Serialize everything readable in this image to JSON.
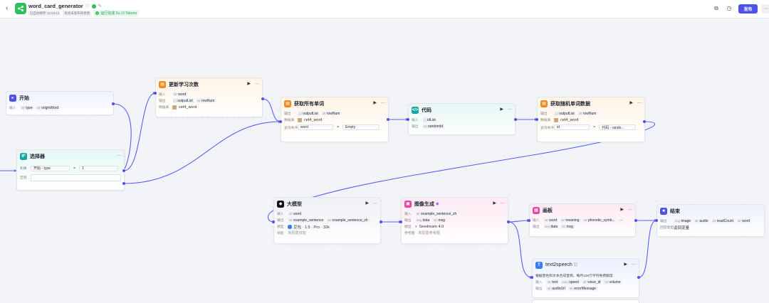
{
  "topbar": {
    "back_icon": "chevron-left-icon",
    "app_icon": "workflow-icon",
    "title": "word_card_generator",
    "saved": "已自动保存 10:43:12",
    "unpublished": "有尚未发布的修改",
    "run_status": "运行完成 2s | 0 Tokens",
    "publish_label": "发布",
    "colors": {
      "accent": "#4d53e8",
      "ok": "#2ec05a"
    }
  },
  "nodes": {
    "start": {
      "title": "开始",
      "inputs_label": "输入",
      "vars": [
        {
          "type": "str",
          "name": "type"
        },
        {
          "type": "str",
          "name": "originWord"
        }
      ]
    },
    "selector": {
      "title": "选择器",
      "if_label": "如果",
      "cond_var": "开始 - type",
      "cond_op": "=",
      "cond_val": "1",
      "else_label": "否则"
    },
    "update": {
      "title": "更新学习次数",
      "input_label": "输入",
      "input_var": "word",
      "output_label": "输出",
      "out1": "outputList",
      "out2": "rowNum",
      "db_label": "数据表",
      "db": "cet4_word"
    },
    "getall": {
      "title": "获取所有单词",
      "output_label": "输出",
      "out1": "outputList",
      "out2": "rowNum",
      "db_label": "数据表",
      "db": "cet4_word",
      "query_label": "查询条件",
      "q_field": "word",
      "q_op": "≠",
      "q_val": "Empty"
    },
    "code": {
      "title": "代码",
      "input_label": "输入",
      "input_var": "idList",
      "output_label": "输出",
      "output_var": "randomId"
    },
    "getrandom": {
      "title": "获取随机单词数据",
      "output_label": "输出",
      "out1": "outputList",
      "out2": "rowNum",
      "db_label": "数据表",
      "db": "cet4_word",
      "query_label": "查询条件",
      "q_field": "id",
      "q_op": "=",
      "q_val": "代码 - rando..."
    },
    "llm": {
      "title": "大模型",
      "input_label": "输入",
      "input_var": "word",
      "output_label": "输出",
      "out1": "example_sentence",
      "out2": "example_sentence_zh",
      "model_label": "模型",
      "model": "豆包 · 1.5 · Pro · 32k",
      "skill_label": "技能",
      "skill": "未配置技能"
    },
    "image": {
      "title": "图像生成",
      "input_label": "输入",
      "input_var": "example_sentence_zh",
      "output_label": "输出",
      "out1": "data",
      "out2": "msg",
      "model_label": "模型",
      "model": "Seedream 4.0",
      "ref_label": "参考图",
      "ref": "未配置参考图"
    },
    "canvas": {
      "title": "画板",
      "input_label": "输入",
      "vars": [
        "word",
        "meaning",
        "phonetic_symb..."
      ],
      "output_label": "输出",
      "out1": "data",
      "out2": "msg"
    },
    "tts": {
      "title": "text2speech",
      "desc": "根据音色和文本合成音频，每月100万字符免费额度",
      "input_label": "输入",
      "in1": "text",
      "in2": "speed",
      "in3": "voice_id",
      "in4": "volume",
      "output_label": "输出",
      "out1": "audioUrl",
      "out2": "errorMessage"
    },
    "end": {
      "title": "结束",
      "output_label": "输出",
      "vars": [
        "image",
        "audio",
        "readCount",
        "word"
      ],
      "ret_label": "回答类型",
      "ret": "返回变量"
    }
  }
}
